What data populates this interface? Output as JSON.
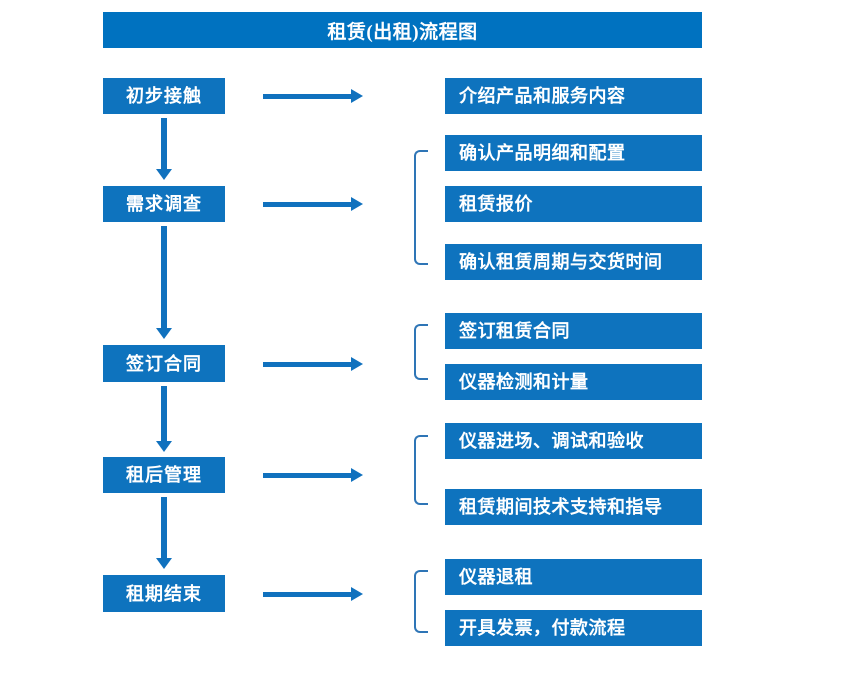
{
  "diagram": {
    "title": "租赁(出租)流程图",
    "colors": {
      "box_fill": "#0E73BE",
      "title_fill": "#0072C0",
      "arrow": "#1071BE",
      "bracket": "#2E75B6",
      "text": "#FFFFFF",
      "background": "#FFFFFF"
    },
    "stages": [
      {
        "id": "stage-1",
        "label": "初步接触",
        "arrow_icon": "right-arrow-icon",
        "details": [
          "介绍产品和服务内容"
        ],
        "has_bracket": false
      },
      {
        "id": "stage-2",
        "label": "需求调查",
        "arrow_icon": "right-arrow-icon",
        "details": [
          "确认产品明细和配置",
          "租赁报价",
          "确认租赁周期与交货时间"
        ],
        "has_bracket": true
      },
      {
        "id": "stage-3",
        "label": "签订合同",
        "arrow_icon": "right-arrow-icon",
        "details": [
          "签订租赁合同",
          "仪器检测和计量"
        ],
        "has_bracket": true
      },
      {
        "id": "stage-4",
        "label": "租后管理",
        "arrow_icon": "right-arrow-icon",
        "details": [
          "仪器进场、调试和验收",
          "租赁期间技术支持和指导"
        ],
        "has_bracket": true
      },
      {
        "id": "stage-5",
        "label": "租期结束",
        "arrow_icon": "right-arrow-icon",
        "details": [
          "仪器退租",
          "开具发票，付款流程"
        ],
        "has_bracket": true
      }
    ],
    "flow_connectors": [
      {
        "from": "初步接触",
        "to": "需求调查",
        "icon": "down-arrow-icon"
      },
      {
        "from": "需求调查",
        "to": "签订合同",
        "icon": "down-arrow-icon"
      },
      {
        "from": "签订合同",
        "to": "租后管理",
        "icon": "down-arrow-icon"
      },
      {
        "from": "租后管理",
        "to": "租期结束",
        "icon": "down-arrow-icon"
      }
    ]
  }
}
